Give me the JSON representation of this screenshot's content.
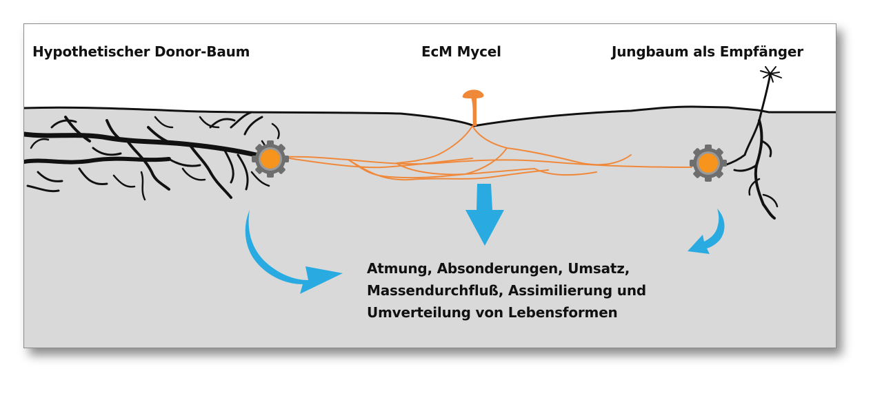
{
  "labels": {
    "donor": "Hypothetischer Donor-Baum",
    "mycel": "EcM Mycel",
    "recipient": "Jungbaum als Empfänger"
  },
  "caption": {
    "line1": "Atmung, Absonderungen, Umsatz,",
    "line2": "Massendurchfluß, Assimilierung und",
    "line3": "Umverteilung von Lebensformen"
  },
  "colors": {
    "soil": "#d9d9d9",
    "hyphae": "#f0883a",
    "gear_body": "#6e6e6e",
    "gear_core": "#f7941d",
    "arrow": "#29abe2",
    "roots": "#111111"
  },
  "icons": [
    "gear-icon",
    "mushroom-icon",
    "arrow-icon"
  ]
}
